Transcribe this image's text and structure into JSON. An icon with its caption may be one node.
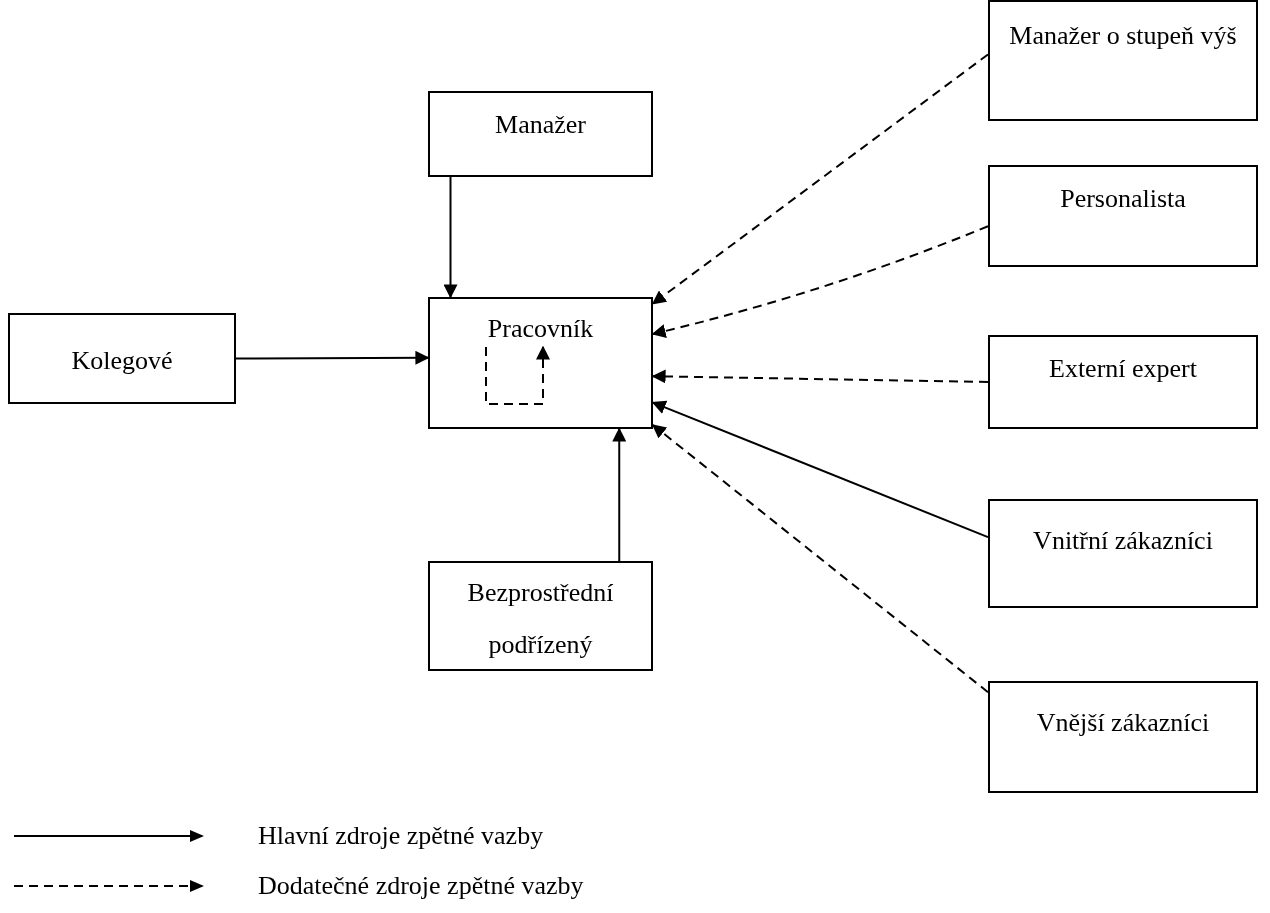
{
  "diagram": {
    "nodes": [
      {
        "text": [
          "Manažer"
        ]
      },
      {
        "text": [
          "Kolegové"
        ]
      },
      {
        "text": [
          "Pracovník"
        ]
      },
      {
        "text": [
          "Bezprostřední podřízený"
        ]
      },
      {
        "text": [
          "Manažer o stupeň výš"
        ]
      },
      {
        "text": [
          "Personalista"
        ]
      },
      {
        "text": [
          "Externí expert"
        ]
      },
      {
        "text": [
          "Vnitřní zákazníci"
        ]
      },
      {
        "text": [
          "Vnější zákazníci"
        ]
      }
    ],
    "edges": [
      {
        "from": 0,
        "to": 2,
        "arrow": "to"
      },
      {
        "from": 1,
        "to": 2,
        "arrow": "to"
      },
      {
        "from": 3,
        "to": 2,
        "arrow": "to"
      },
      {
        "from": 4,
        "to": 2,
        "arrow": "to",
        "style": "dashed"
      },
      {
        "from": 5,
        "to": 2,
        "arrow": "to",
        "style": "dashed"
      },
      {
        "from": 6,
        "to": 2,
        "arrow": "to",
        "style": "dashed"
      },
      {
        "from": 7,
        "to": 2,
        "arrow": "to"
      },
      {
        "from": 8,
        "to": 2,
        "arrow": "to",
        "style": "dashed"
      },
      {
        "from": 2,
        "to": 2,
        "arrow": "to",
        "style": "dashed"
      }
    ],
    "legend": [
      {
        "text": "Hlavní zdroje zpětné vazby"
      },
      {
        "text": "Dodatečné zdroje zpětné vazby"
      }
    ]
  }
}
